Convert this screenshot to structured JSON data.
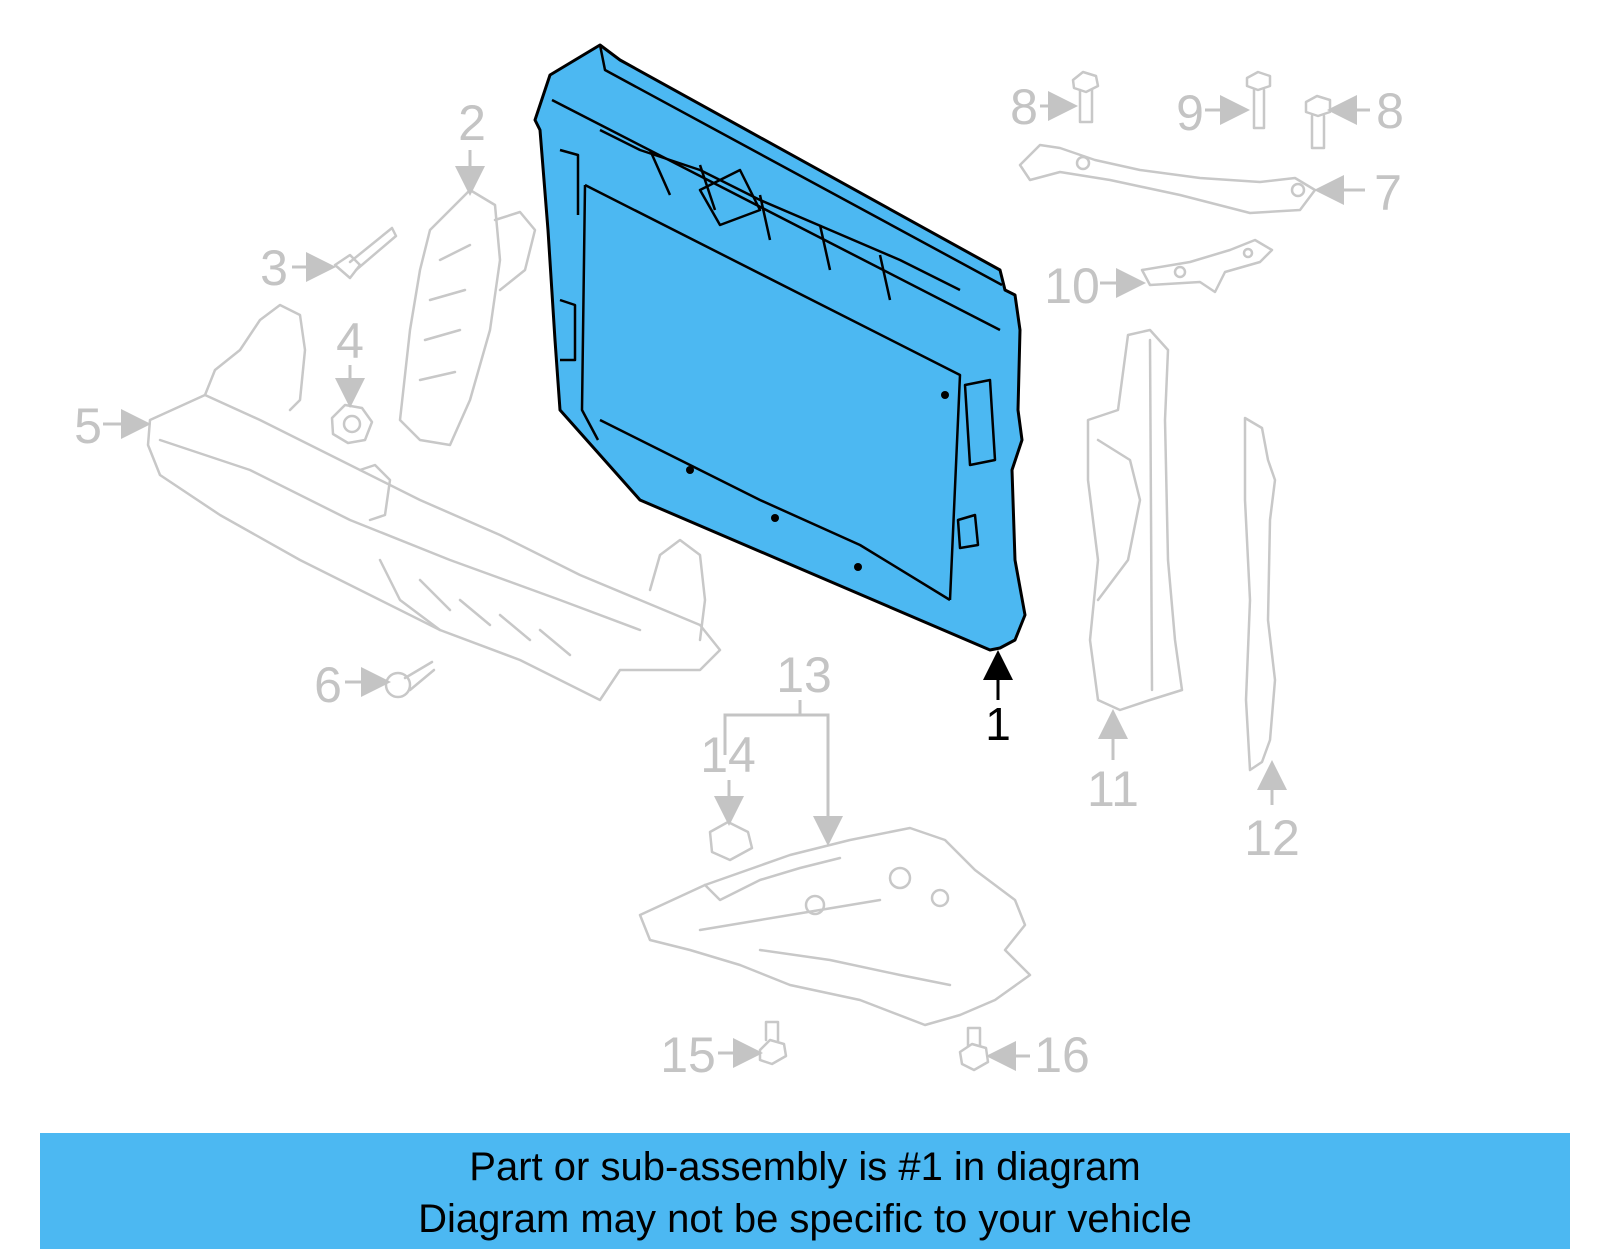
{
  "caption": {
    "line1": "Part or sub-assembly is #1 in diagram",
    "line2": "Diagram may not be specific to your vehicle"
  },
  "callouts": [
    "1",
    "2",
    "3",
    "4",
    "5",
    "6",
    "7",
    "8",
    "8",
    "9",
    "10",
    "11",
    "12",
    "13",
    "14",
    "15",
    "16"
  ],
  "colors": {
    "highlight": "#4cb8f2",
    "ghost_parts": "#c8c8c8",
    "caption_bg": "#4cb8f2"
  }
}
